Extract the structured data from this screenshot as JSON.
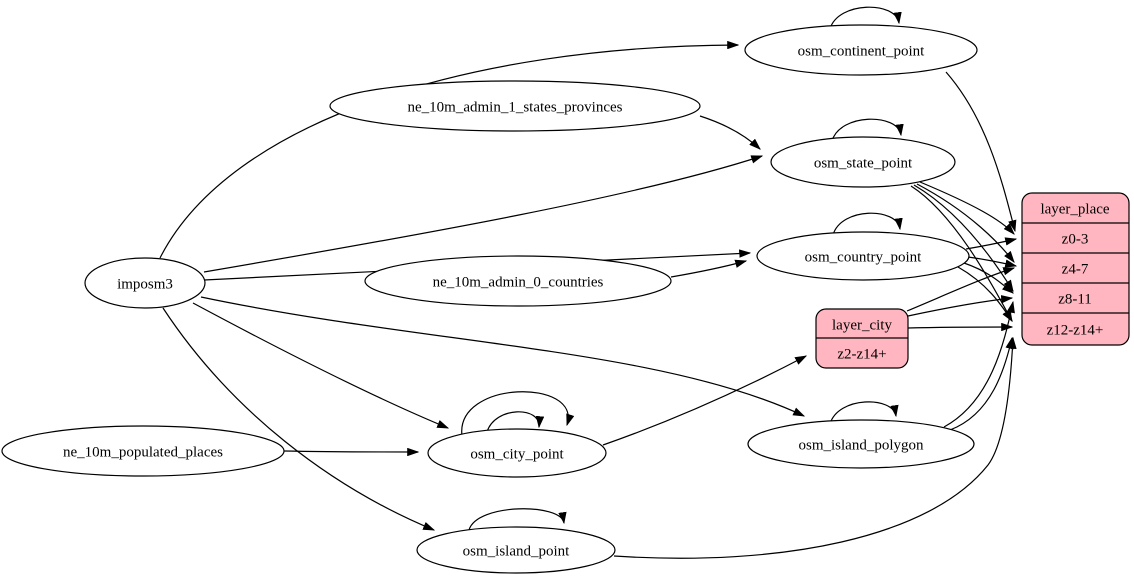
{
  "diagram": {
    "title": "etl-graph",
    "background": "#ffffff",
    "node_fill": "#ffffff",
    "record_fill": "#ffb6c1",
    "stroke": "#000000",
    "nodes": {
      "imposm3": {
        "label": "imposm3"
      },
      "ne_10m_admin_1_states_provinces": {
        "label": "ne_10m_admin_1_states_provinces"
      },
      "ne_10m_admin_0_countries": {
        "label": "ne_10m_admin_0_countries"
      },
      "ne_10m_populated_places": {
        "label": "ne_10m_populated_places"
      },
      "osm_continent_point": {
        "label": "osm_continent_point"
      },
      "osm_state_point": {
        "label": "osm_state_point"
      },
      "osm_country_point": {
        "label": "osm_country_point"
      },
      "osm_city_point": {
        "label": "osm_city_point"
      },
      "osm_island_polygon": {
        "label": "osm_island_polygon"
      },
      "osm_island_point": {
        "label": "osm_island_point"
      },
      "layer_city": {
        "title": "layer_city",
        "rows": [
          "z2-z14+"
        ]
      },
      "layer_place": {
        "title": "layer_place",
        "rows": [
          "z0-3",
          "z4-7",
          "z8-11",
          "z12-z14+"
        ]
      }
    },
    "edges": [
      {
        "from": "imposm3",
        "to": "osm_continent_point"
      },
      {
        "from": "imposm3",
        "to": "osm_state_point"
      },
      {
        "from": "imposm3",
        "to": "osm_country_point"
      },
      {
        "from": "imposm3",
        "to": "osm_city_point"
      },
      {
        "from": "imposm3",
        "to": "osm_island_polygon"
      },
      {
        "from": "imposm3",
        "to": "osm_island_point"
      },
      {
        "from": "ne_10m_admin_1_states_provinces",
        "to": "osm_state_point"
      },
      {
        "from": "ne_10m_admin_0_countries",
        "to": "osm_country_point"
      },
      {
        "from": "ne_10m_populated_places",
        "to": "osm_city_point"
      },
      {
        "from": "osm_continent_point",
        "to": "osm_continent_point"
      },
      {
        "from": "osm_state_point",
        "to": "osm_state_point"
      },
      {
        "from": "osm_country_point",
        "to": "osm_country_point"
      },
      {
        "from": "osm_city_point",
        "to": "osm_city_point"
      },
      {
        "from": "osm_city_point",
        "to": "osm_city_point"
      },
      {
        "from": "osm_island_polygon",
        "to": "osm_island_polygon"
      },
      {
        "from": "osm_island_point",
        "to": "osm_island_point"
      },
      {
        "from": "osm_city_point",
        "to": "layer_city:z2-z14+"
      },
      {
        "from": "osm_continent_point",
        "to": "layer_place:z0-3"
      },
      {
        "from": "osm_state_point",
        "to": "layer_place:z0-3"
      },
      {
        "from": "osm_state_point",
        "to": "layer_place:z4-7"
      },
      {
        "from": "osm_state_point",
        "to": "layer_place:z8-11"
      },
      {
        "from": "osm_state_point",
        "to": "layer_place:z12-z14+"
      },
      {
        "from": "osm_country_point",
        "to": "layer_place:z0-3"
      },
      {
        "from": "osm_country_point",
        "to": "layer_place:z4-7"
      },
      {
        "from": "osm_country_point",
        "to": "layer_place:z8-11"
      },
      {
        "from": "osm_country_point",
        "to": "layer_place:z12-z14+"
      },
      {
        "from": "layer_city",
        "to": "layer_place:z4-7"
      },
      {
        "from": "layer_city",
        "to": "layer_place:z8-11"
      },
      {
        "from": "layer_city",
        "to": "layer_place:z12-z14+"
      },
      {
        "from": "osm_island_polygon",
        "to": "layer_place:z8-11"
      },
      {
        "from": "osm_island_polygon",
        "to": "layer_place:z12-z14+"
      },
      {
        "from": "osm_island_point",
        "to": "layer_place:z12-z14+"
      }
    ]
  }
}
